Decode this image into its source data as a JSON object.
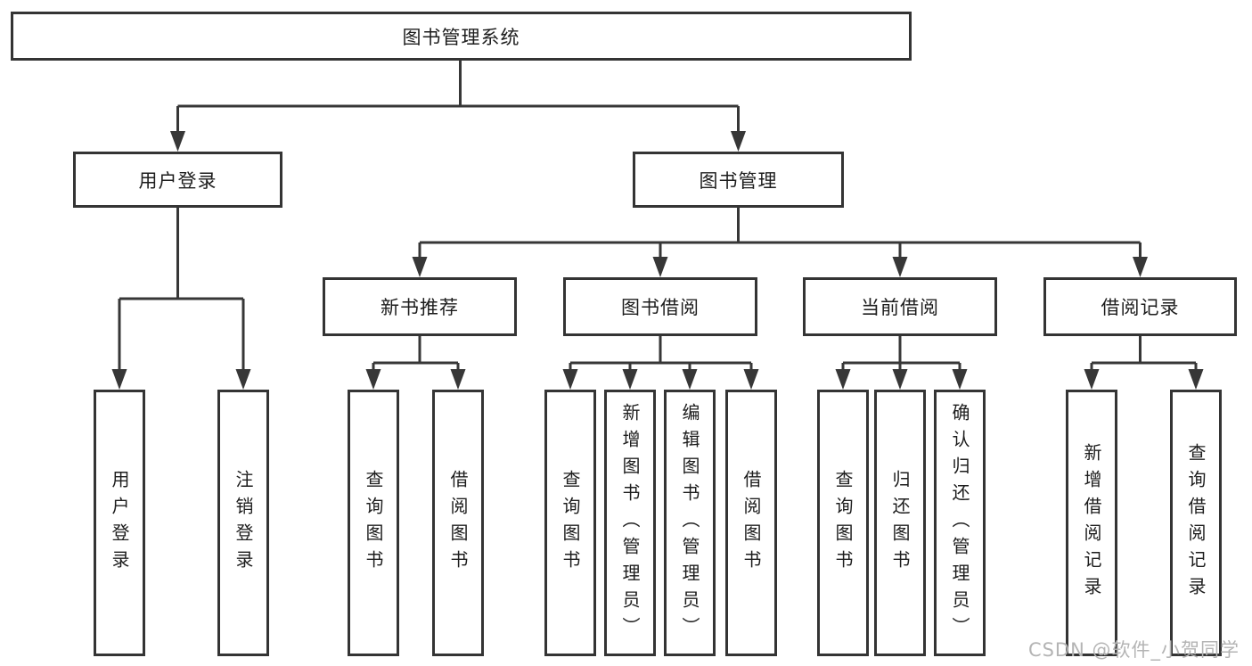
{
  "diagram": {
    "root": {
      "label": "图书管理系统"
    },
    "level2": [
      {
        "label": "用户登录"
      },
      {
        "label": "图书管理"
      }
    ],
    "level3": [
      {
        "label": "新书推荐"
      },
      {
        "label": "图书借阅"
      },
      {
        "label": "当前借阅"
      },
      {
        "label": "借阅记录"
      }
    ],
    "leaves": {
      "user_login": [
        {
          "label": "用户登录"
        },
        {
          "label": "注销登录"
        }
      ],
      "new_books": [
        {
          "label": "查询图书"
        },
        {
          "label": "借阅图书"
        }
      ],
      "book_borrow": [
        {
          "label": "查询图书"
        },
        {
          "label": "新增图书（管理员）"
        },
        {
          "label": "编辑图书（管理员）"
        },
        {
          "label": "借阅图书"
        }
      ],
      "current_borrow": [
        {
          "label": "查询图书"
        },
        {
          "label": "归还图书"
        },
        {
          "label": "确认归还（管理员）"
        }
      ],
      "borrow_records": [
        {
          "label": "新增借阅记录"
        },
        {
          "label": "查询借阅记录"
        }
      ]
    },
    "colors": {
      "line": "#373737",
      "box_border": "#343434",
      "text": "#1d1d1d",
      "watermark_text": "#b4b4b4",
      "background": "#ffffff"
    }
  },
  "watermark": {
    "label": "CSDN @软件_小贺同学"
  }
}
